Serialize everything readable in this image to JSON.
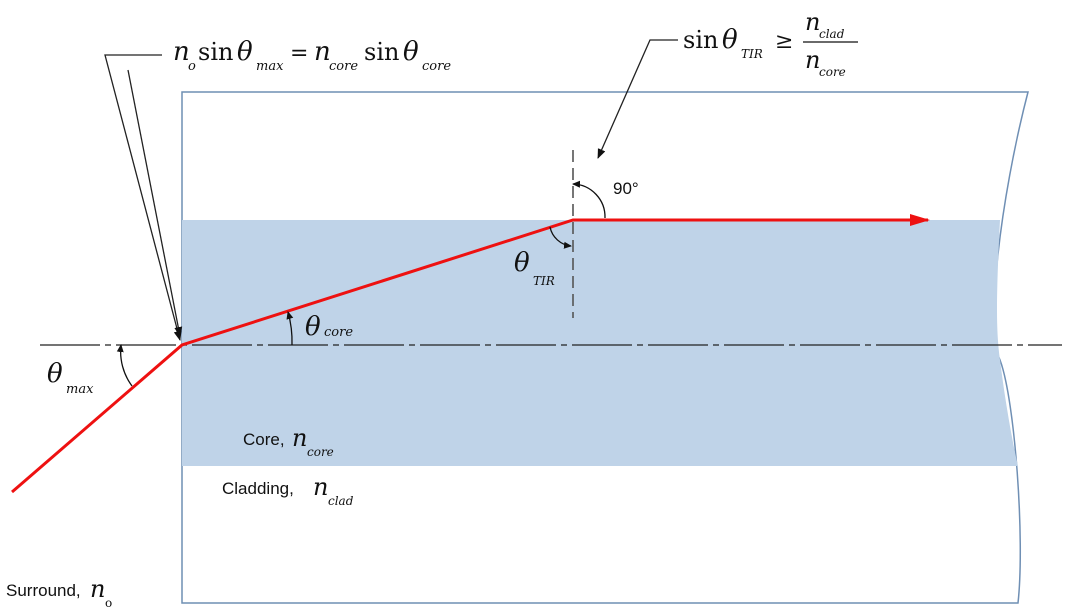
{
  "labels": {
    "surround": "Surround,",
    "core": "Core,",
    "cladding": "Cladding,",
    "right_angle": "90°"
  },
  "symbols": {
    "n": "n",
    "o": "o",
    "core": "core",
    "clad": "clad",
    "max": "max",
    "TIR": "TIR",
    "theta": "θ",
    "sin": "sin",
    "equals": "=",
    "geq": "≥"
  },
  "colors": {
    "ray": "#ee1111",
    "core_fill": "#bfd3e8",
    "fiber_outline": "#6f8fb4",
    "leader": "#222222",
    "axis": "#222222",
    "normal": "#555555"
  },
  "icons": {
    "ray_arrowhead": "arrowhead-right-icon",
    "angle_arrow": "angle-arrow-icon"
  }
}
